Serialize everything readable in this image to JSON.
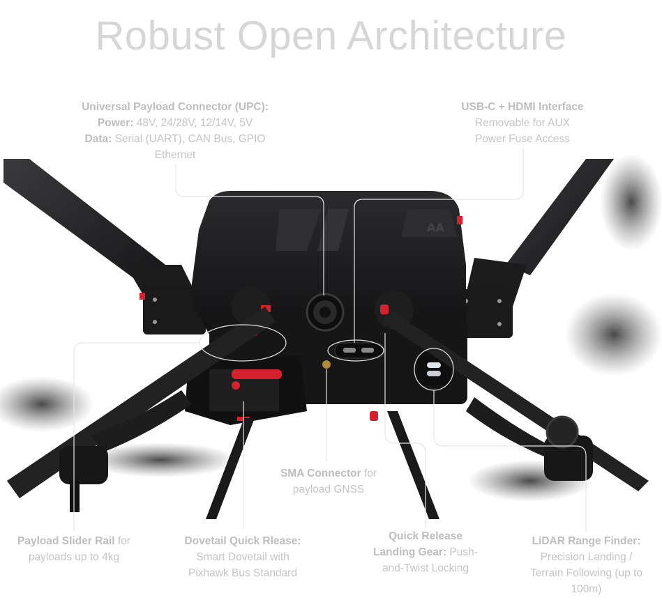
{
  "title": "Robust Open Architecture",
  "callouts": {
    "upc": {
      "heading": "Universal Payload Connector (UPC):",
      "power_label": "Power:",
      "power_value": " 48V, 24/28V, 12/14V, 5V",
      "data_label": "Data:",
      "data_value": " Serial (UART), CAN Bus, GPIO",
      "data_cont": "Ethernet"
    },
    "usbc": {
      "heading": "USB-C + HDMI Interface",
      "line1": "Removable for AUX",
      "line2": "Power Fuse Access"
    },
    "sma": {
      "heading": "SMA Connector",
      "suffix": " for",
      "line2": "payload GNSS"
    },
    "slider": {
      "heading": "Payload Slider Rail",
      "suffix": " for",
      "line2": "payloads up to 4kg"
    },
    "dovetail": {
      "heading": "Dovetail Quick Rlease:",
      "line1": "Smart Dovetail with",
      "line2": "Pixhawk Bus Standard"
    },
    "landing": {
      "heading1": "Quick Release",
      "heading2": "Landing Gear:",
      "suffix": " Push-",
      "line2": "and-Twist Locking"
    },
    "lidar": {
      "heading": "LiDAR Range Finder:",
      "line1": "Precision Landing /",
      "line2": "Terrain Following  (up to",
      "line3": "100m)"
    }
  },
  "colors": {
    "body": "#1b1b1c",
    "arm": "#262627",
    "accent": "#d5202e",
    "callout_line": "#e2e2e2"
  }
}
